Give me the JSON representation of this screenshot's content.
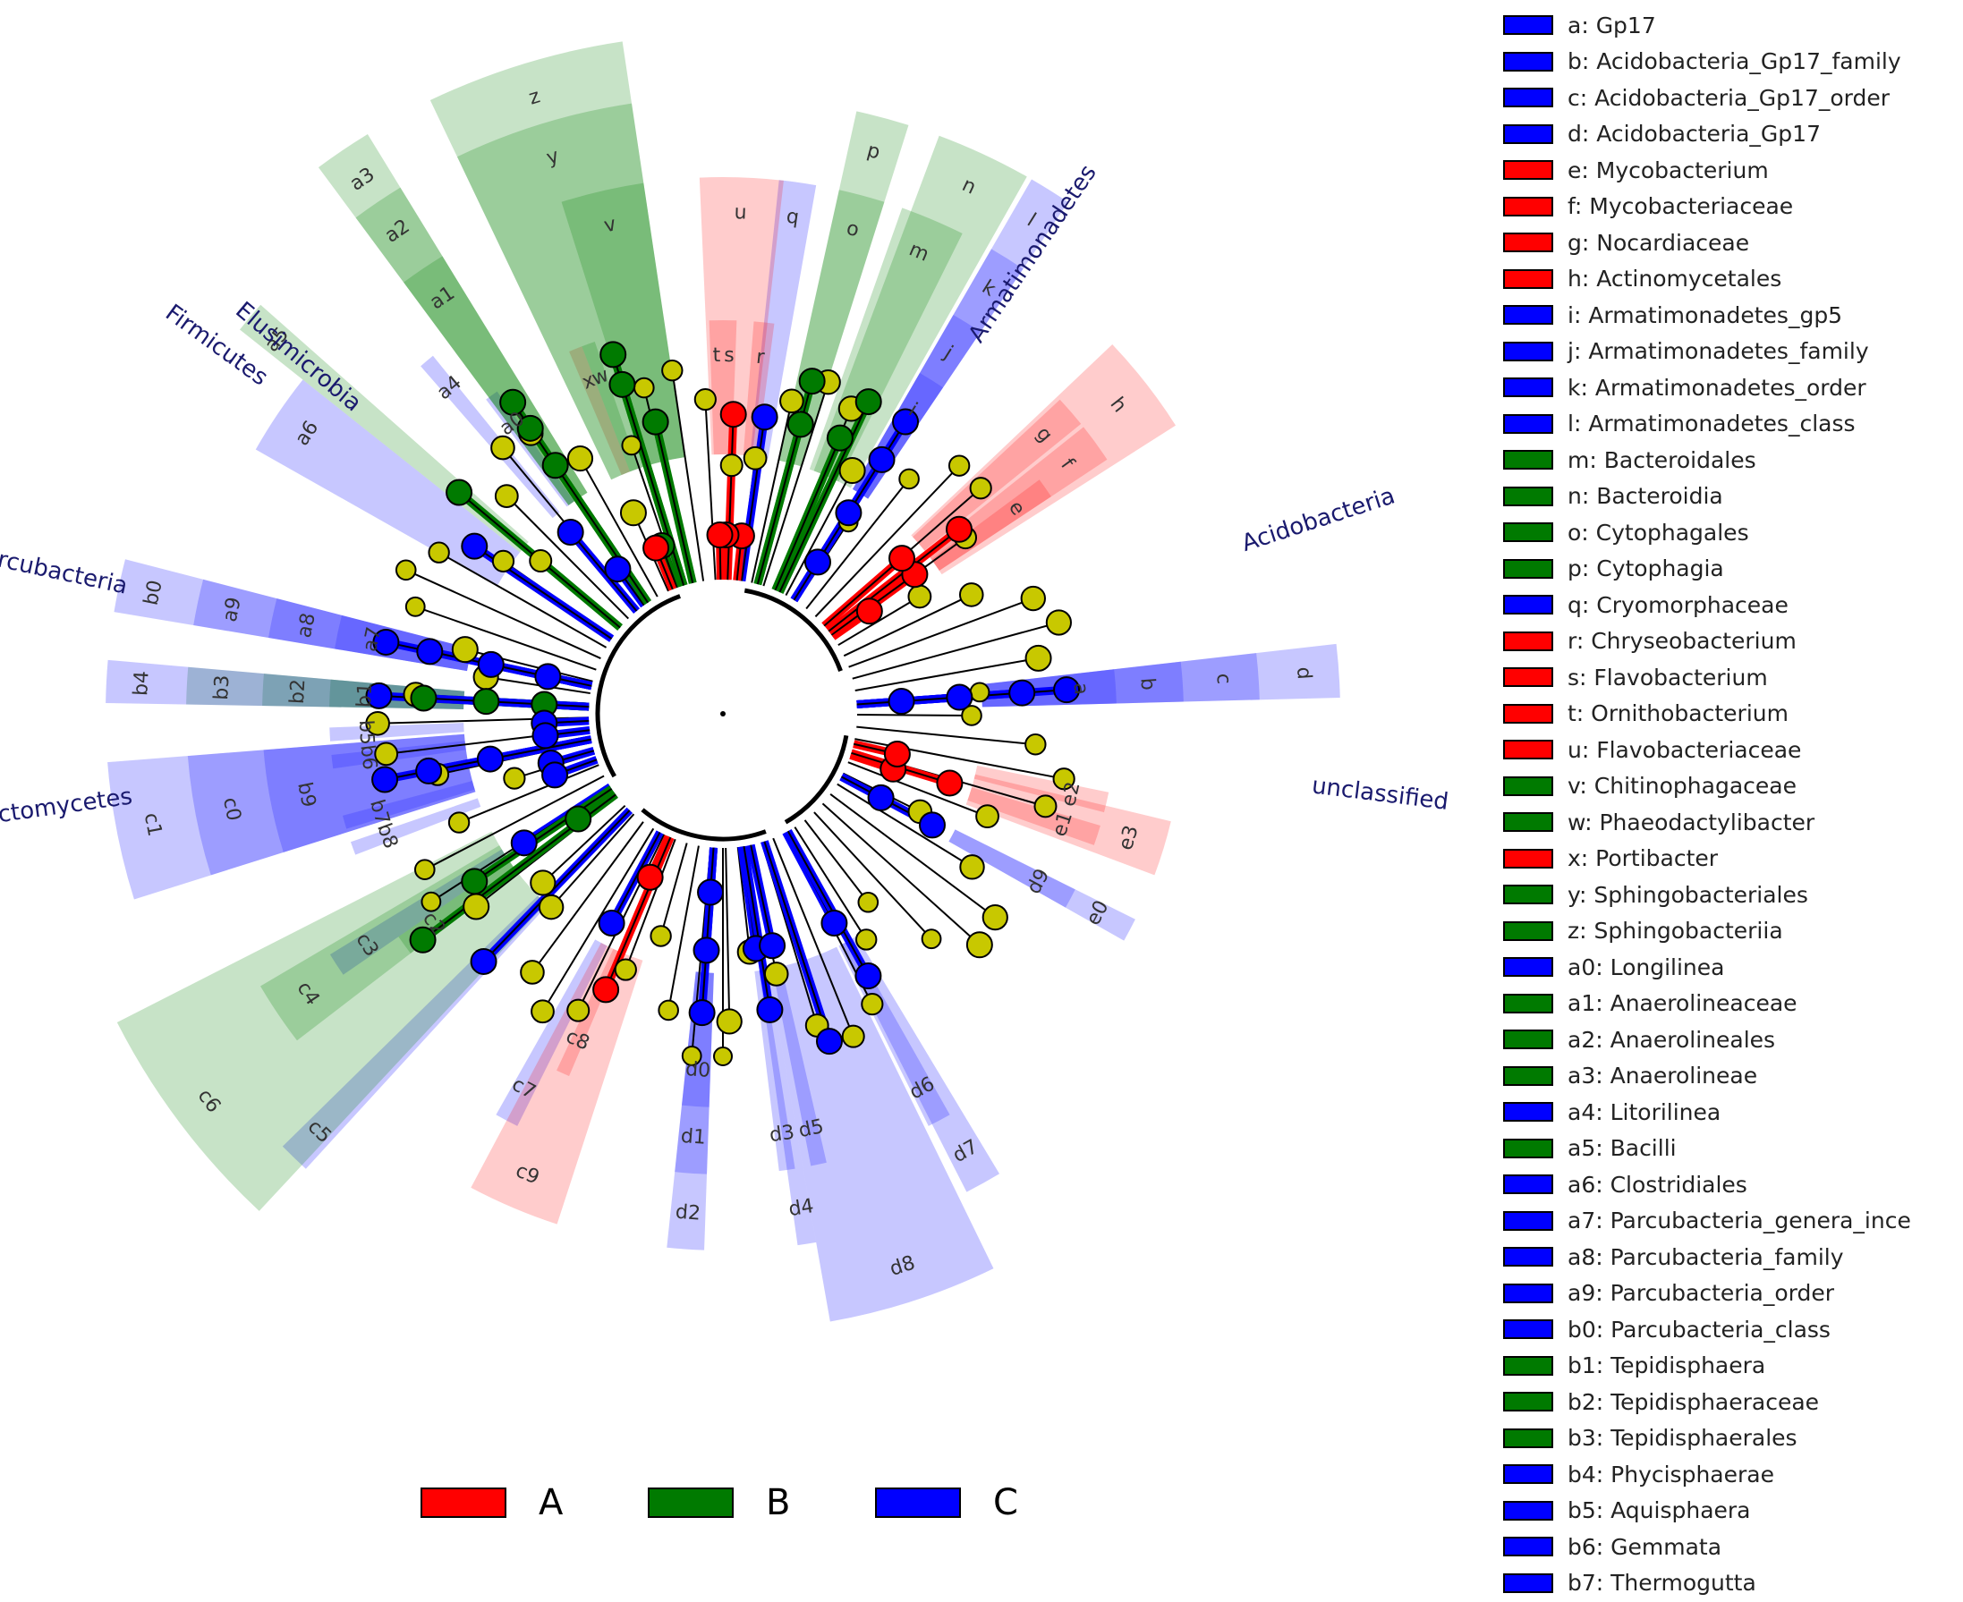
{
  "colors": {
    "A": "#ff0000",
    "B": "#007a00",
    "C": "#0000ff",
    "neutral": "#c8c800"
  },
  "class_legend": [
    {
      "label": "A",
      "color": "#ff0000"
    },
    {
      "label": "B",
      "color": "#007a00"
    },
    {
      "label": "C",
      "color": "#0000ff"
    }
  ],
  "phylum_labels": [
    "Armatimonadetes",
    "Acidobacteria",
    "unclassified",
    "Firmicutes",
    "Elusimicrobia",
    "Parcubacteria",
    "Planctomycetes"
  ],
  "legend": [
    {
      "text": "a: Gp17",
      "color": "#0000ff"
    },
    {
      "text": "b: Acidobacteria_Gp17_family",
      "color": "#0000ff"
    },
    {
      "text": "c: Acidobacteria_Gp17_order",
      "color": "#0000ff"
    },
    {
      "text": "d: Acidobacteria_Gp17",
      "color": "#0000ff"
    },
    {
      "text": "e: Mycobacterium",
      "color": "#ff0000"
    },
    {
      "text": "f: Mycobacteriaceae",
      "color": "#ff0000"
    },
    {
      "text": "g: Nocardiaceae",
      "color": "#ff0000"
    },
    {
      "text": "h: Actinomycetales",
      "color": "#ff0000"
    },
    {
      "text": "i: Armatimonadetes_gp5",
      "color": "#0000ff"
    },
    {
      "text": "j: Armatimonadetes_family",
      "color": "#0000ff"
    },
    {
      "text": "k: Armatimonadetes_order",
      "color": "#0000ff"
    },
    {
      "text": "l: Armatimonadetes_class",
      "color": "#0000ff"
    },
    {
      "text": "m: Bacteroidales",
      "color": "#007a00"
    },
    {
      "text": "n: Bacteroidia",
      "color": "#007a00"
    },
    {
      "text": "o: Cytophagales",
      "color": "#007a00"
    },
    {
      "text": "p: Cytophagia",
      "color": "#007a00"
    },
    {
      "text": "q: Cryomorphaceae",
      "color": "#0000ff"
    },
    {
      "text": "r: Chryseobacterium",
      "color": "#ff0000"
    },
    {
      "text": "s: Flavobacterium",
      "color": "#ff0000"
    },
    {
      "text": "t: Ornithobacterium",
      "color": "#ff0000"
    },
    {
      "text": "u: Flavobacteriaceae",
      "color": "#ff0000"
    },
    {
      "text": "v: Chitinophagaceae",
      "color": "#007a00"
    },
    {
      "text": "w: Phaeodactylibacter",
      "color": "#007a00"
    },
    {
      "text": "x: Portibacter",
      "color": "#ff0000"
    },
    {
      "text": "y: Sphingobacteriales",
      "color": "#007a00"
    },
    {
      "text": "z: Sphingobacteriia",
      "color": "#007a00"
    },
    {
      "text": "a0: Longilinea",
      "color": "#0000ff"
    },
    {
      "text": "a1: Anaerolineaceae",
      "color": "#007a00"
    },
    {
      "text": "a2: Anaerolineales",
      "color": "#007a00"
    },
    {
      "text": "a3: Anaerolineae",
      "color": "#007a00"
    },
    {
      "text": "a4: Litorilinea",
      "color": "#0000ff"
    },
    {
      "text": "a5: Bacilli",
      "color": "#007a00"
    },
    {
      "text": "a6: Clostridiales",
      "color": "#0000ff"
    },
    {
      "text": "a7: Parcubacteria_genera_ince",
      "color": "#0000ff"
    },
    {
      "text": "a8: Parcubacteria_family",
      "color": "#0000ff"
    },
    {
      "text": "a9: Parcubacteria_order",
      "color": "#0000ff"
    },
    {
      "text": "b0: Parcubacteria_class",
      "color": "#0000ff"
    },
    {
      "text": "b1: Tepidisphaera",
      "color": "#007a00"
    },
    {
      "text": "b2: Tepidisphaeraceae",
      "color": "#007a00"
    },
    {
      "text": "b3: Tepidisphaerales",
      "color": "#007a00"
    },
    {
      "text": "b4: Phycisphaerae",
      "color": "#0000ff"
    },
    {
      "text": "b5: Aquisphaera",
      "color": "#0000ff"
    },
    {
      "text": "b6: Gemmata",
      "color": "#0000ff"
    },
    {
      "text": "b7: Thermogutta",
      "color": "#0000ff"
    }
  ],
  "clades": [
    {
      "label": "a",
      "cls": "C",
      "level": 4,
      "angle": 86,
      "width": 5
    },
    {
      "label": "b",
      "cls": "C",
      "level": 3,
      "angle": 86,
      "width": 5
    },
    {
      "label": "c",
      "cls": "C",
      "level": 2,
      "angle": 86,
      "width": 5
    },
    {
      "label": "d",
      "cls": "C",
      "level": 1,
      "angle": 86,
      "width": 5
    },
    {
      "label": "e",
      "cls": "A",
      "level": 4,
      "angle": 55,
      "width": 3
    },
    {
      "label": "f",
      "cls": "A",
      "level": 3,
      "angle": 54,
      "width": 5
    },
    {
      "label": "g",
      "cls": "A",
      "level": 3,
      "angle": 49,
      "width": 4
    },
    {
      "label": "h",
      "cls": "A",
      "level": 2,
      "angle": 52,
      "width": 11
    },
    {
      "label": "i",
      "cls": "C",
      "level": 4,
      "angle": 32,
      "width": 4
    },
    {
      "label": "j",
      "cls": "C",
      "level": 3,
      "angle": 32,
      "width": 4
    },
    {
      "label": "k",
      "cls": "C",
      "level": 2,
      "angle": 32,
      "width": 4
    },
    {
      "label": "l",
      "cls": "C",
      "level": 1,
      "angle": 32,
      "width": 4
    },
    {
      "label": "m",
      "cls": "B",
      "level": 2,
      "angle": 23,
      "width": 7
    },
    {
      "label": "n",
      "cls": "B",
      "level": 1,
      "angle": 25,
      "width": 9
    },
    {
      "label": "o",
      "cls": "B",
      "level": 2,
      "angle": 15,
      "width": 5
    },
    {
      "label": "p",
      "cls": "B",
      "level": 1,
      "angle": 15,
      "width": 5
    },
    {
      "label": "q",
      "cls": "C",
      "level": 2,
      "angle": 8,
      "width": 4
    },
    {
      "label": "r",
      "cls": "A",
      "level": 4,
      "angle": 6,
      "width": 3
    },
    {
      "label": "s",
      "cls": "A",
      "level": 4,
      "angle": 1,
      "width": 2
    },
    {
      "label": "t",
      "cls": "A",
      "level": 4,
      "angle": -1,
      "width": 2
    },
    {
      "label": "u",
      "cls": "A",
      "level": 2,
      "angle": 2,
      "width": 9
    },
    {
      "label": "v",
      "cls": "B",
      "level": 2,
      "angle": -13,
      "width": 9
    },
    {
      "label": "w",
      "cls": "B",
      "level": 4,
      "angle": -20,
      "width": 2
    },
    {
      "label": "x",
      "cls": "A",
      "level": 4,
      "angle": -22,
      "width": 2
    },
    {
      "label": "y",
      "cls": "B",
      "level": 1,
      "angle": -17,
      "width": 17
    },
    {
      "label": "z",
      "cls": "B",
      "level": 0,
      "angle": -17,
      "width": 17
    },
    {
      "label": "a0",
      "cls": "C",
      "level": 4,
      "angle": -36,
      "width": 2
    },
    {
      "label": "a1",
      "cls": "B",
      "level": 2,
      "angle": -34,
      "width": 5
    },
    {
      "label": "a2",
      "cls": "B",
      "level": 1,
      "angle": -34,
      "width": 5
    },
    {
      "label": "a3",
      "cls": "B",
      "level": 0,
      "angle": -34,
      "width": 5
    },
    {
      "label": "a4",
      "cls": "C",
      "level": 3,
      "angle": -40,
      "width": 2
    },
    {
      "label": "a5",
      "cls": "B",
      "level": 1,
      "angle": -50,
      "width": 3
    },
    {
      "label": "a6",
      "cls": "C",
      "level": 2,
      "angle": -56,
      "width": 9
    },
    {
      "label": "a7",
      "cls": "C",
      "level": 4,
      "angle": -78,
      "width": 5
    },
    {
      "label": "a8",
      "cls": "C",
      "level": 3,
      "angle": -78,
      "width": 5
    },
    {
      "label": "a9",
      "cls": "C",
      "level": 2,
      "angle": -78,
      "width": 5
    },
    {
      "label": "b0",
      "cls": "C",
      "level": 1,
      "angle": -78,
      "width": 5
    },
    {
      "label": "b1",
      "cls": "B",
      "level": 4,
      "angle": -87,
      "width": 4
    },
    {
      "label": "b2",
      "cls": "B",
      "level": 3,
      "angle": -87,
      "width": 4
    },
    {
      "label": "b3",
      "cls": "B",
      "level": 2,
      "angle": -87,
      "width": 4
    },
    {
      "label": "b4",
      "cls": "C",
      "level": 1,
      "angle": -87,
      "width": 4
    },
    {
      "label": "b5",
      "cls": "C",
      "level": 4,
      "angle": -93,
      "width": 2
    },
    {
      "label": "b6",
      "cls": "C",
      "level": 4,
      "angle": -97,
      "width": 2
    },
    {
      "label": "b7",
      "cls": "C",
      "level": 4,
      "angle": -106,
      "width": 2
    },
    {
      "label": "b8",
      "cls": "C",
      "level": 4,
      "angle": -110,
      "width": 2
    },
    {
      "label": "b9",
      "cls": "C",
      "level": 3,
      "angle": -101,
      "width": 13
    },
    {
      "label": "c0",
      "cls": "C",
      "level": 2,
      "angle": -101,
      "width": 13
    },
    {
      "label": "c1",
      "cls": "C",
      "level": 1,
      "angle": -101,
      "width": 13
    },
    {
      "label": "c2",
      "cls": "B",
      "level": 4,
      "angle": -126,
      "width": 3
    },
    {
      "label": "c3",
      "cls": "C",
      "level": 3,
      "angle": -123,
      "width": 3
    },
    {
      "label": "c4",
      "cls": "B",
      "level": 2,
      "angle": -124,
      "width": 7
    },
    {
      "label": "c5",
      "cls": "C",
      "level": 1,
      "angle": -136,
      "width": 3
    },
    {
      "label": "c6",
      "cls": "B",
      "level": 0,
      "angle": -127,
      "width": 20
    },
    {
      "label": "c7",
      "cls": "C",
      "level": 3,
      "angle": -152,
      "width": 3
    },
    {
      "label": "c8",
      "cls": "A",
      "level": 4,
      "angle": -156,
      "width": 2
    },
    {
      "label": "c9",
      "cls": "A",
      "level": 2,
      "angle": -157,
      "width": 10
    },
    {
      "label": "d0",
      "cls": "C",
      "level": 4,
      "angle": -176,
      "width": 4
    },
    {
      "label": "d1",
      "cls": "C",
      "level": 3,
      "angle": -176,
      "width": 4
    },
    {
      "label": "d2",
      "cls": "C",
      "level": 2,
      "angle": -176,
      "width": 4
    },
    {
      "label": "d3",
      "cls": "C",
      "level": 3,
      "angle": 172,
      "width": 2
    },
    {
      "label": "d4",
      "cls": "C",
      "level": 2,
      "angle": 171,
      "width": 2
    },
    {
      "label": "d5",
      "cls": "C",
      "level": 3,
      "angle": 168,
      "width": 2
    },
    {
      "label": "d6",
      "cls": "C",
      "level": 3,
      "angle": 152,
      "width": 3
    },
    {
      "label": "d7",
      "cls": "C",
      "level": 2,
      "angle": 151,
      "width": 4
    },
    {
      "label": "d8",
      "cls": "C",
      "level": 1,
      "angle": 162,
      "width": 16
    },
    {
      "label": "d9",
      "cls": "C",
      "level": 4,
      "angle": 118,
      "width": 3
    },
    {
      "label": "e0",
      "cls": "C",
      "level": 3,
      "angle": 118,
      "width": 3
    },
    {
      "label": "e1",
      "cls": "A",
      "level": 4,
      "angle": 108,
      "width": 3
    },
    {
      "label": "e2",
      "cls": "A",
      "level": 4,
      "angle": 103,
      "width": 3
    },
    {
      "label": "e3",
      "cls": "A",
      "level": 3,
      "angle": 107,
      "width": 7
    }
  ]
}
